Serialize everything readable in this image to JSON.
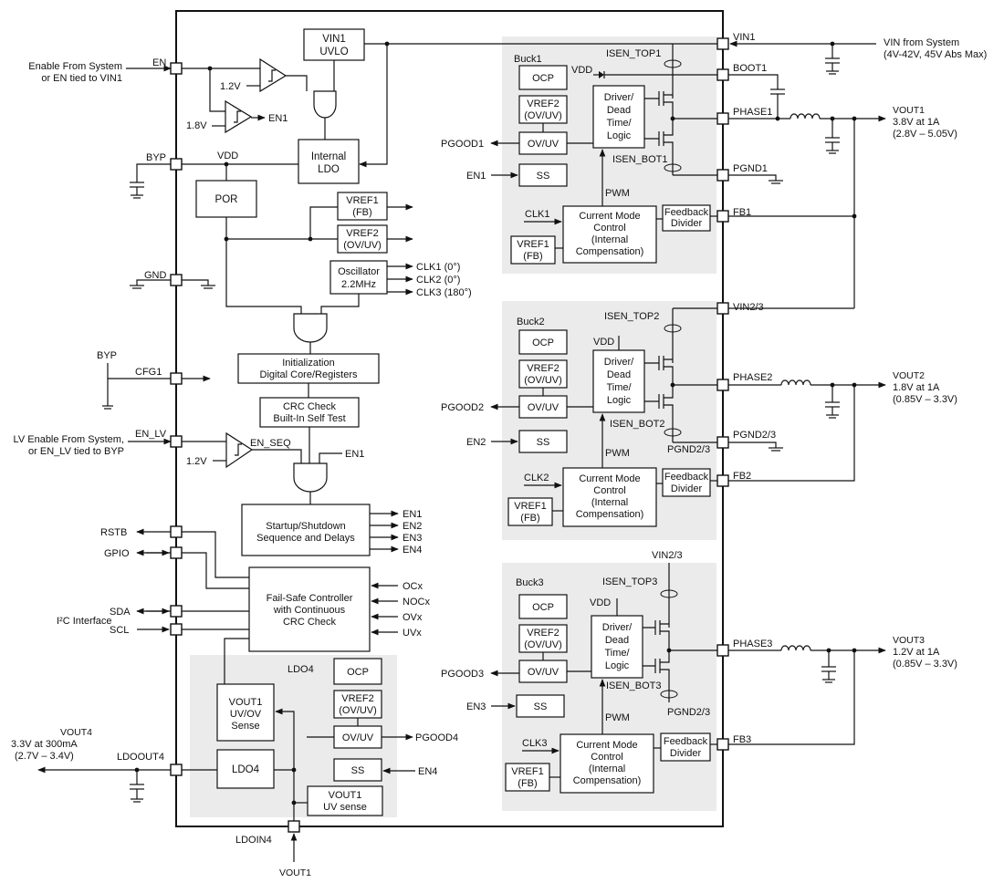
{
  "ic": {
    "pins_left": {
      "en": "EN",
      "byp": "BYP",
      "gnd": "GND",
      "cfg1": "CFG1",
      "en_lv": "EN_LV",
      "rstb": "RSTB",
      "gpio": "GPIO",
      "sda": "SDA",
      "scl": "SCL",
      "ldoout4": "LDOOUT4"
    },
    "pins_right": {
      "vin1": "VIN1",
      "boot1": "BOOT1",
      "phase1": "PHASE1",
      "pgnd1": "PGND1",
      "fb1": "FB1",
      "vin23": "VIN2/3",
      "phase2": "PHASE2",
      "pgnd23": "PGND2/3",
      "fb2": "FB2",
      "phase3": "PHASE3",
      "fb3": "FB3"
    },
    "pin_bottom": {
      "ldoin4": "LDOIN4"
    }
  },
  "external": {
    "enable_system_1": "Enable From System",
    "enable_system_2": "or EN tied to VIN1",
    "byp_label": "BYP",
    "lv_enable_1": "LV Enable From System,",
    "lv_enable_2": "or EN_LV tied to BYP",
    "i2c": "I²C Interface",
    "vout4_name": "VOUT4",
    "vout4_1": "3.3V at 300mA",
    "vout4_2": "(2.7V – 3.4V)",
    "vout1_bottom": "VOUT1",
    "vin_sys_1": "VIN from System",
    "vin_sys_2": "(4V-42V, 45V Abs Max)",
    "vout1_name": "VOUT1",
    "vout1_1": "3.8V at 1A",
    "vout1_2": "(2.8V – 5.05V)",
    "vout2_name": "VOUT2",
    "vout2_1": "1.8V at 1A",
    "vout2_2": "(0.85V – 3.3V)",
    "vout3_name": "VOUT3",
    "vout3_1": "1.2V at 1A",
    "vout3_2": "(0.85V – 3.3V)"
  },
  "core": {
    "vin1_uvlo_1": "VIN1",
    "vin1_uvlo_2": "UVLO",
    "thr_12v": "1.2V",
    "thr_18v": "1.8V",
    "en1": "EN1",
    "internal_ldo_1": "Internal",
    "internal_ldo_2": "LDO",
    "vdd": "VDD",
    "por": "POR",
    "vref1_1": "VREF1",
    "vref1_2": "(FB)",
    "vref2_1": "VREF2",
    "vref2_2": "(OV/UV)",
    "osc_1": "Oscillator",
    "osc_2": "2.2MHz",
    "clk1": "CLK1 (0°)",
    "clk2": "CLK2 (0°)",
    "clk3": "CLK3 (180°)",
    "init_1": "Initialization",
    "init_2": "Digital Core/Registers",
    "crc_1": "CRC Check",
    "crc_2": "Built-In Self Test",
    "en_seq": "EN_SEQ",
    "thr_lv": "1.2V",
    "en1_b": "EN1",
    "startup_1": "Startup/Shutdown",
    "startup_2": "Sequence and Delays",
    "en_outs": [
      "EN1",
      "EN2",
      "EN3",
      "EN4"
    ],
    "failsafe_1": "Fail-Safe Controller",
    "failsafe_2": "with Continuous",
    "failsafe_3": "CRC Check",
    "fault_outs": [
      "OCx",
      "NOCx",
      "OVx",
      "UVx"
    ]
  },
  "ldo4": {
    "title": "LDO4",
    "ocp": "OCP",
    "vref2_1": "VREF2",
    "vref2_2": "(OV/UV)",
    "ovuv": "OV/UV",
    "pgood4": "PGOOD4",
    "ss": "SS",
    "en4": "EN4",
    "sense_1": "VOUT1",
    "sense_2": "UV/OV",
    "sense_3": "Sense",
    "ldo4_box": "LDO4",
    "uv_1": "VOUT1",
    "uv_2": "UV sense"
  },
  "buck1": {
    "title": "Buck1",
    "ocp": "OCP",
    "vref2_1": "VREF2",
    "vref2_2": "(OV/UV)",
    "ovuv": "OV/UV",
    "pgood": "PGOOD1",
    "ss": "SS",
    "en": "EN1",
    "driver": [
      "Driver/",
      "Dead",
      "Time/",
      "Logic"
    ],
    "vdd": "VDD",
    "isen_top": "ISEN_TOP1",
    "isen_bot": "ISEN_BOT1",
    "pwm": "PWM",
    "clk": "CLK1",
    "cmc": [
      "Current Mode",
      "Control",
      "(Internal",
      "Compensation)"
    ],
    "vref1_1": "VREF1",
    "vref1_2": "(FB)",
    "fbdiv_1": "Feedback",
    "fbdiv_2": "Divider"
  },
  "buck2": {
    "title": "Buck2",
    "ocp": "OCP",
    "vref2_1": "VREF2",
    "vref2_2": "(OV/UV)",
    "ovuv": "OV/UV",
    "pgood": "PGOOD2",
    "ss": "SS",
    "en": "EN2",
    "driver": [
      "Driver/",
      "Dead",
      "Time/",
      "Logic"
    ],
    "vdd": "VDD",
    "isen_top": "ISEN_TOP2",
    "isen_bot": "ISEN_BOT2",
    "pwm": "PWM",
    "clk": "CLK2",
    "pgnd_ref": "PGND2/3",
    "cmc": [
      "Current Mode",
      "Control",
      "(Internal",
      "Compensation)"
    ],
    "vref1_1": "VREF1",
    "vref1_2": "(FB)",
    "fbdiv_1": "Feedback",
    "fbdiv_2": "Divider"
  },
  "buck3": {
    "title": "Buck3",
    "ocp": "OCP",
    "vref2_1": "VREF2",
    "vref2_2": "(OV/UV)",
    "ovuv": "OV/UV",
    "pgood": "PGOOD3",
    "ss": "SS",
    "en": "EN3",
    "driver": [
      "Driver/",
      "Dead",
      "Time/",
      "Logic"
    ],
    "vdd": "VDD",
    "isen_top": "ISEN_TOP3",
    "isen_bot": "ISEN_BOT3",
    "pwm": "PWM",
    "clk": "CLK3",
    "vin_ref": "VIN2/3",
    "pgnd_ref": "PGND2/3",
    "cmc": [
      "Current Mode",
      "Control",
      "(Internal",
      "Compensation)"
    ],
    "vref1_1": "VREF1",
    "vref1_2": "(FB)",
    "fbdiv_1": "Feedback",
    "fbdiv_2": "Divider"
  }
}
